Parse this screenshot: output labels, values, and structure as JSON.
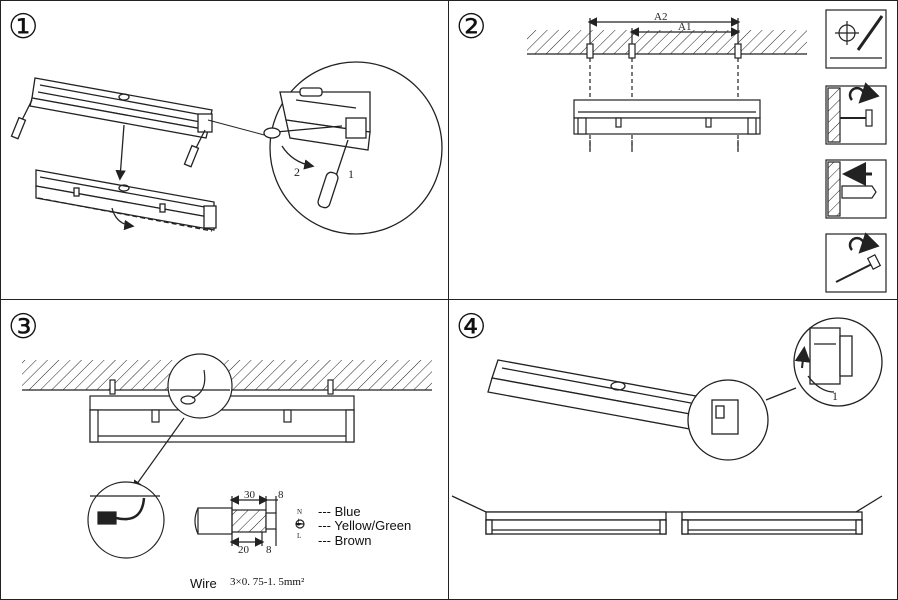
{
  "steps": {
    "s1": "①",
    "s2": "②",
    "s3": "③",
    "s4": "④"
  },
  "panel1": {
    "num1": "1",
    "num2": "2"
  },
  "panel2": {
    "dim_a2": "A2",
    "dim_a1": "A1"
  },
  "panel3": {
    "dim_30": "30",
    "dim_8_top": "8",
    "dim_20": "20",
    "dim_8_bot": "8",
    "n": "N",
    "l": "L",
    "ground": "⏚",
    "wire_blue": "--- Blue",
    "wire_yellow_green": "--- Yellow/Green",
    "wire_brown": "--- Brown",
    "wire_label": "Wire",
    "wire_spec": "3×0. 75-1. 5mm²"
  },
  "panel4": {
    "num1": "1"
  },
  "colors": {
    "line": "#222222",
    "background": "#ffffff",
    "icon_bg": "#dcdcdc"
  }
}
